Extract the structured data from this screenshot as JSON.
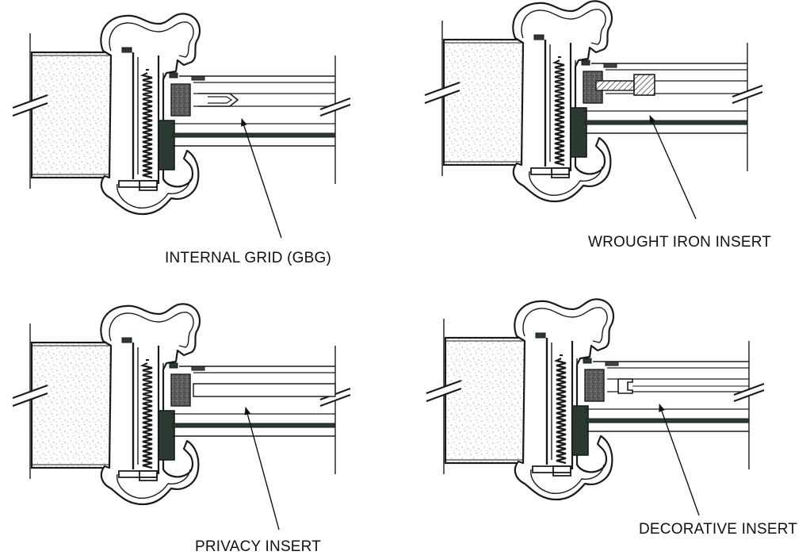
{
  "panels": [
    {
      "id": "tl",
      "caption": "INTERNAL GRID (GBG)",
      "insert_type": "grid"
    },
    {
      "id": "tr",
      "caption": "WROUGHT IRON INSERT",
      "insert_type": "wrought-iron"
    },
    {
      "id": "bl",
      "caption": "PRIVACY INSERT",
      "insert_type": "privacy"
    },
    {
      "id": "br",
      "caption": "DECORATIVE INSERT",
      "insert_type": "decorative"
    }
  ],
  "colors": {
    "line": "#1a1a1a",
    "dark_fill": "#2a3a30",
    "glazing_bead_fill": "#6b6b6b",
    "background": "#ffffff"
  }
}
